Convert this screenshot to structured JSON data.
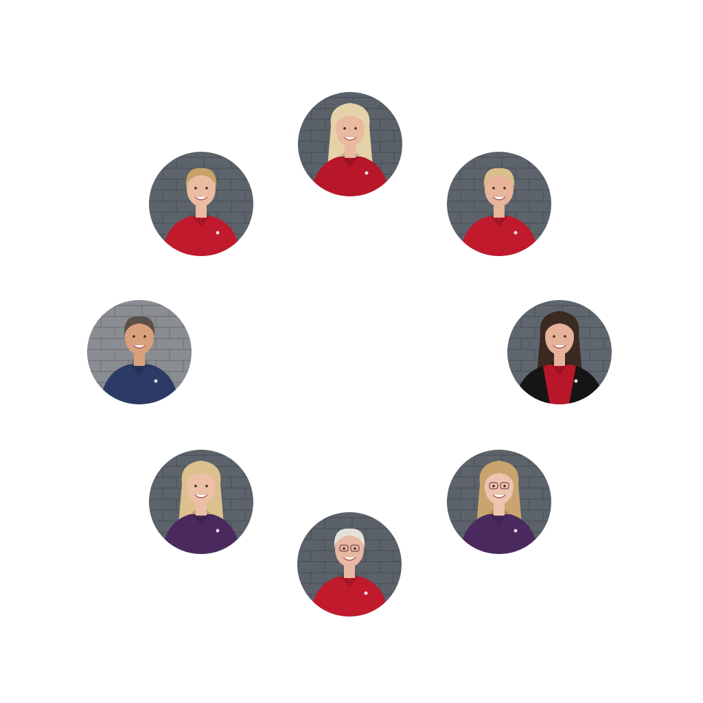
{
  "team_photos": [
    {
      "member": 1,
      "background": "#5b6169",
      "skin": "#e9b9a0",
      "hair": "#e6d2a8",
      "shirt": "#b8172a",
      "long_hair": true,
      "glasses": false,
      "jacket": false
    },
    {
      "member": 2,
      "background": "#5d636b",
      "skin": "#e8b49a",
      "hair": "#d9c08a",
      "shirt": "#c01a2c",
      "long_hair": false,
      "glasses": false,
      "jacket": false
    },
    {
      "member": 3,
      "background": "#60666e",
      "skin": "#e6b29a",
      "hair": "#3a2a22",
      "shirt": "#b8172a",
      "long_hair": true,
      "glasses": false,
      "jacket": true
    },
    {
      "member": 4,
      "background": "#5d636b",
      "skin": "#edc4ae",
      "hair": "#c9a46e",
      "shirt": "#4a2a5e",
      "long_hair": true,
      "glasses": true,
      "jacket": false
    },
    {
      "member": 5,
      "background": "#5b6169",
      "skin": "#e8b8a2",
      "hair": "#e4e0da",
      "shirt": "#c01a2c",
      "long_hair": false,
      "glasses": true,
      "jacket": false
    },
    {
      "member": 6,
      "background": "#5d636b",
      "skin": "#ecbfa6",
      "hair": "#dcc08e",
      "shirt": "#4a2a5e",
      "long_hair": true,
      "glasses": false,
      "jacket": false
    },
    {
      "member": 7,
      "background": "#8a8d92",
      "skin": "#d9a07e",
      "hair": "#5a5048",
      "shirt": "#2b3a66",
      "long_hair": false,
      "glasses": false,
      "jacket": false
    },
    {
      "member": 8,
      "background": "#5d636b",
      "skin": "#ebbca2",
      "hair": "#c8a26a",
      "shirt": "#c01a2c",
      "long_hair": false,
      "glasses": false,
      "jacket": false
    }
  ]
}
